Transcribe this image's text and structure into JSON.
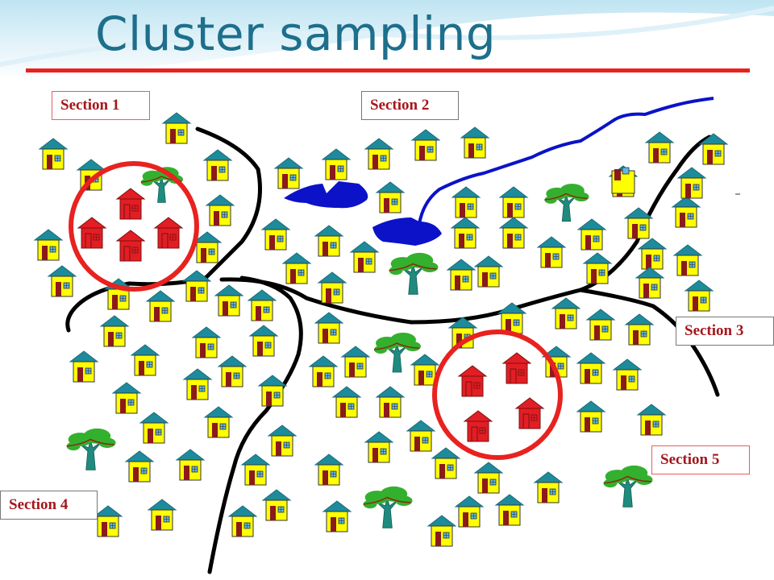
{
  "title": "Cluster sampling",
  "sections": [
    {
      "id": "1",
      "label": "Section 1"
    },
    {
      "id": "2",
      "label": "Section 2"
    },
    {
      "id": "3",
      "label": "Section 3"
    },
    {
      "id": "4",
      "label": "Section 4"
    },
    {
      "id": "5",
      "label": "Section 5"
    }
  ],
  "colors": {
    "title": "#1d6f8c",
    "title_rule": "#e8221f",
    "section_text": "#a4171c",
    "house_wall": "#ffff00",
    "house_roof": "#1e8b9c",
    "sampled_house": "#e21e24",
    "cluster_circle": "#e8221f",
    "water": "#0b12c8",
    "tree": "#1e8b7e",
    "foliage": "#33b02e"
  },
  "icons": [
    "house-icon",
    "sampled-house-icon",
    "tree-icon",
    "lake-icon",
    "river-icon",
    "cluster-circle-icon"
  ]
}
